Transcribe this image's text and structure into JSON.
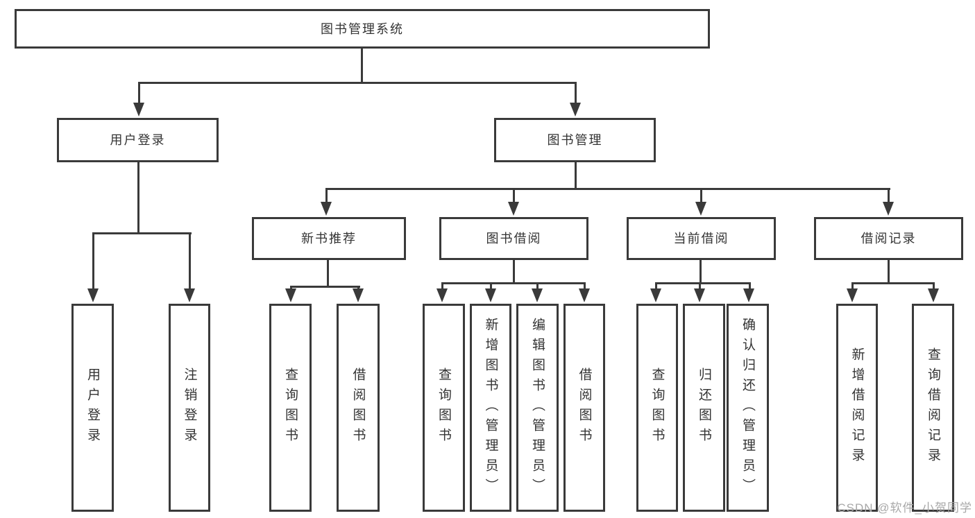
{
  "nodes": {
    "root": {
      "label": "图书管理系统"
    },
    "user_login": {
      "label": "用户登录"
    },
    "book_mgmt": {
      "label": "图书管理"
    },
    "new_rec": {
      "label": "新书推荐"
    },
    "borrow": {
      "label": "图书借阅"
    },
    "current": {
      "label": "当前借阅"
    },
    "records": {
      "label": "借阅记录"
    },
    "leaf_login": {
      "label": "用户登录"
    },
    "leaf_logout": {
      "label": "注销登录"
    },
    "leaf_rec_query": {
      "label": "查询图书"
    },
    "leaf_rec_borrow": {
      "label": "借阅图书"
    },
    "leaf_bor_query": {
      "label": "查询图书"
    },
    "leaf_bor_add": {
      "label": "新增图书（管理员）"
    },
    "leaf_bor_edit": {
      "label": "编辑图书（管理员）"
    },
    "leaf_bor_borrow": {
      "label": "借阅图书"
    },
    "leaf_cur_query": {
      "label": "查询图书"
    },
    "leaf_cur_return": {
      "label": "归还图书"
    },
    "leaf_cur_confirm": {
      "label": "确认归还（管理员）"
    },
    "leaf_recd_add": {
      "label": "新增借阅记录"
    },
    "leaf_recd_query": {
      "label": "查询借阅记录"
    }
  },
  "watermark": {
    "text": "CSDN @软件_小贺同学"
  },
  "colors": {
    "line": "#3a3a3a",
    "text": "#333333",
    "watermark": "#a8a8a8",
    "background": "#ffffff"
  }
}
